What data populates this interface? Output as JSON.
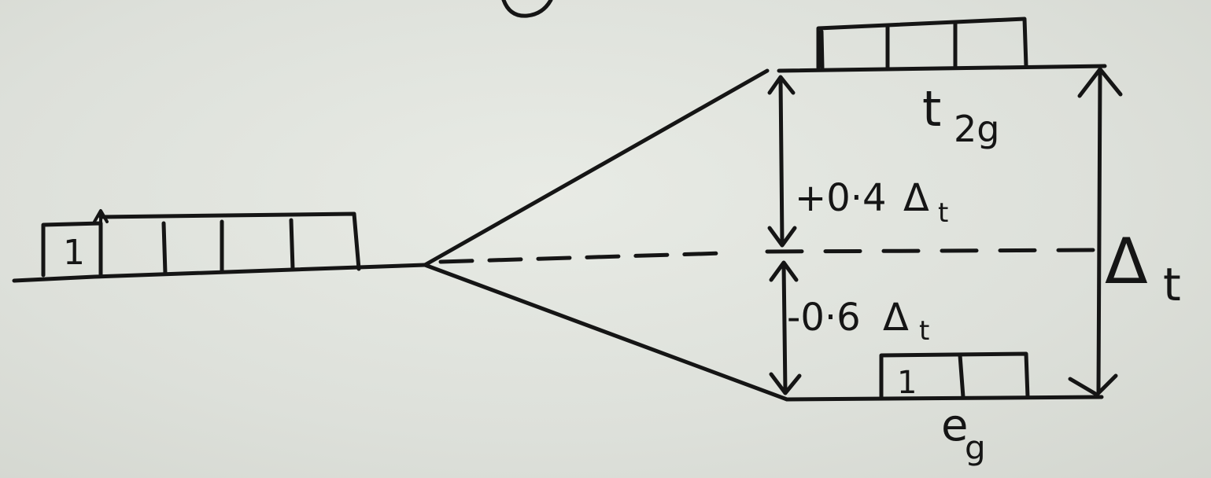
{
  "diagram": {
    "upper_level": {
      "label": "t",
      "label_sub": "2g",
      "boxes": 3,
      "electrons": []
    },
    "lower_level": {
      "label": "e",
      "label_sub": "g",
      "boxes": 2,
      "electrons": [
        "1"
      ]
    },
    "degenerate_level": {
      "boxes": 5,
      "electrons": [
        "1",
        "1"
      ]
    },
    "upper_shift": {
      "text": "+0·4",
      "delta": "Δ",
      "delta_sub": "t"
    },
    "lower_shift": {
      "text": "-0·6",
      "delta": "Δ",
      "delta_sub": "t"
    },
    "splitting": {
      "delta": "Δ",
      "delta_sub": "t"
    }
  }
}
